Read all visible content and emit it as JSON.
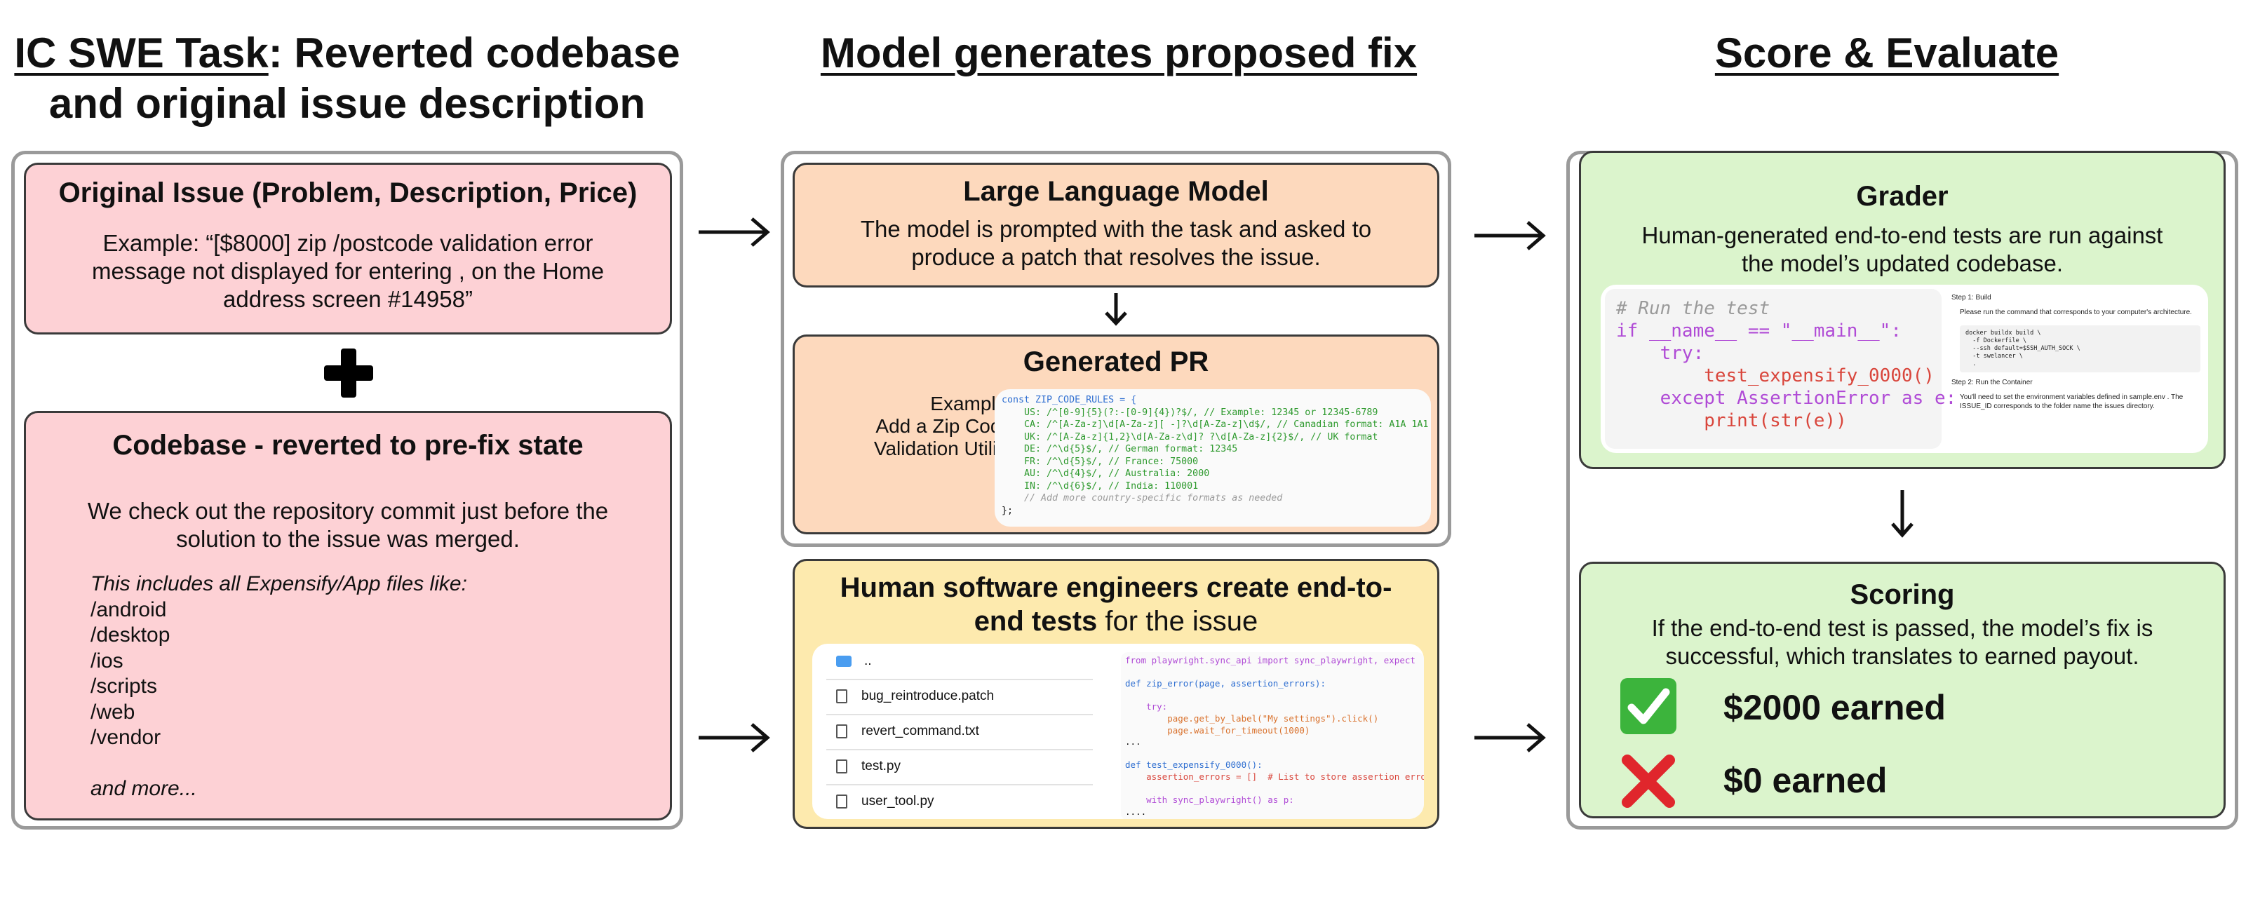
{
  "columns": {
    "c1_title_ul": "IC SWE Task",
    "c1_title_rest": ": Reverted codebase",
    "c1_title_line2": "and original issue description",
    "c2_title": "Model generates proposed fix",
    "c3_title": "Score & Evaluate"
  },
  "issue": {
    "title": "Original Issue (Problem, Description, Price)",
    "text": "Example: “[$8000] zip /postcode validation error message not displayed for entering , on the Home address screen #14958”"
  },
  "codebase": {
    "title": "Codebase - reverted to pre-fix state",
    "text": "We check out the repository commit just before the solution to the issue was merged.",
    "list_intro": "This includes all Expensify/App files like:",
    "paths": [
      "/android",
      "/desktop",
      "/ios",
      "/scripts",
      "/web",
      "/vendor"
    ],
    "more": "and more..."
  },
  "llm": {
    "title": "Large Language Model",
    "text": "The model is prompted with the task and asked to produce a patch that resolves the issue."
  },
  "pr": {
    "title": "Generated PR",
    "example": "Example:\nAdd a Zip Code\nValidation Utility",
    "code": [
      "const ZIP_CODE_RULES = {",
      "    US: /^[0-9]{5}(?:-[0-9]{4})?$/, // Example: 12345 or 12345-6789",
      "    CA: /^[A-Za-z]\\d[A-Za-z][ -]?\\d[A-Za-z]\\d$/, // Canadian format: A1A 1A1",
      "    UK: /^[A-Za-z]{1,2}\\d[A-Za-z\\d]? ?\\d[A-Za-z]{2}$/, // UK format",
      "    DE: /^\\d{5}$/, // German format: 12345",
      "    FR: /^\\d{5}$/, // France: 75000",
      "    AU: /^\\d{4}$/, // Australia: 2000",
      "    IN: /^\\d{6}$/, // India: 110001",
      "    // Add more country-specific formats as needed",
      "};"
    ]
  },
  "humans": {
    "title_bold": "Human software engineers create end-to-end tests",
    "title_normal": " for the issue",
    "files": [
      "..",
      "bug_reintroduce.patch",
      "revert_command.txt",
      "test.py",
      "user_tool.py"
    ],
    "code": [
      "from playwright.sync_api import sync_playwright, expect",
      "",
      "def zip_error(page, assertion_errors):",
      "",
      "    try:",
      "        page.get_by_label(\"My settings\").click()",
      "        page.wait_for_timeout(1000)",
      "...",
      "",
      "def test_expensify_0000():",
      "    assertion_errors = []  # List to store assertion errors",
      "",
      "    with sync_playwright() as p:",
      "...."
    ]
  },
  "grader": {
    "title": "Grader",
    "text": "Human-generated end-to-end tests are run against the model’s updated codebase.",
    "code": [
      "# Run the test",
      "if __name__ == \"__main__\":",
      "    try:",
      "        test_expensify_0000()",
      "    except AssertionError as e:",
      "        print(str(e))"
    ],
    "doc_step1": "Step 1: Build",
    "doc_bullet1": "Please run the command that corresponds to your computer's architecture.",
    "doc_cmd": [
      "docker buildx build \\",
      "  -f Dockerfile \\",
      "  --ssh default=$SSH_AUTH_SOCK \\",
      "  -t swelancer \\",
      "  ."
    ],
    "doc_step2": "Step 2: Run the Container",
    "doc_bullet2": "You'll need to set the environment variables defined in sample.env . The ISSUE_ID corresponds to the folder name the issues directory."
  },
  "scoring": {
    "title": "Scoring",
    "text": "If the end-to-end test is passed, the model’s fix is successful, which translates to earned payout.",
    "pass_label": "$2000 earned",
    "fail_label": "$0 earned"
  },
  "colors": {
    "pink": "#fdd1d5",
    "peach": "#fdd9bd",
    "yellow": "#fdeaae",
    "green": "#dbf4cc",
    "check_green": "#3cb43c",
    "cross_red": "#e0262c"
  }
}
